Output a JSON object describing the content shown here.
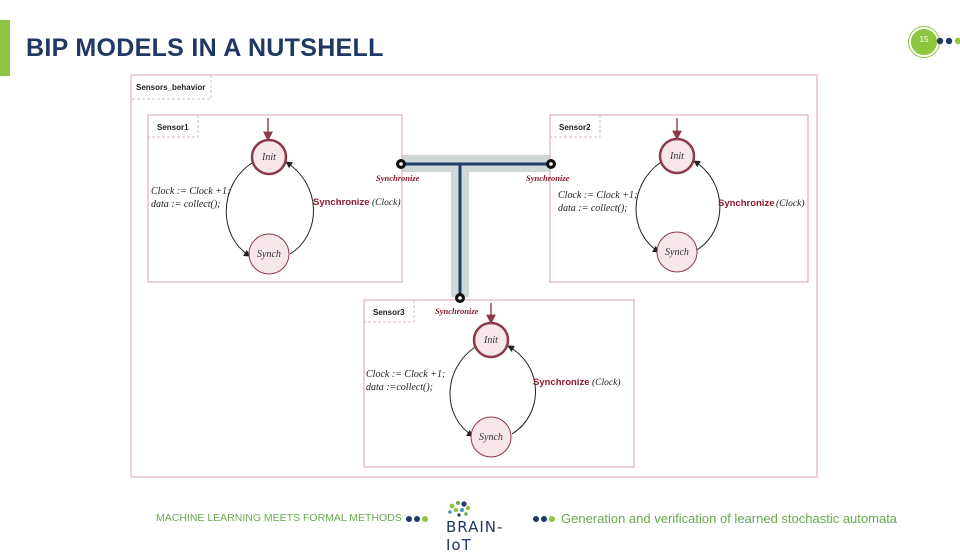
{
  "slide": {
    "title": "BIP MODELS IN A NUTSHELL",
    "page_number": "15"
  },
  "diagram": {
    "outer_label": "Sensors_behavior",
    "sensors": [
      {
        "name": "Sensor1",
        "init_state": "Init",
        "synch_state": "Synch",
        "action_line1": "Clock := Clock +1;",
        "action_line2": "data := collect();",
        "transition_label": "Synchronize",
        "transition_param": "(Clock)",
        "port": "Synchronize"
      },
      {
        "name": "Sensor2",
        "init_state": "Init",
        "synch_state": "Synch",
        "action_line1": "Clock := Clock +1;",
        "action_line2": "data := collect();",
        "transition_label": "Synchronize",
        "transition_param": "(Clock)",
        "port": "Synchronize"
      },
      {
        "name": "Sensor3",
        "init_state": "Init",
        "synch_state": "Synch",
        "action_line1": "Clock := Clock +1;",
        "action_line2": "data :=collect();",
        "transition_label": "Synchronize",
        "transition_param": "(Clock)",
        "port": "Synchronize"
      }
    ]
  },
  "footer": {
    "left_text": "MACHINE LEARNING MEETS FORMAL METHODS",
    "logo_text": "BRAIN-IoT",
    "right_text": "Generation and verification  of learned stochastic automata"
  },
  "colors": {
    "title": "#1f3864",
    "accent_green": "#8dc63f",
    "footer_green": "#6aa84f",
    "state_stroke": "#8b3a4a",
    "state_fill": "#f7e6ea",
    "box_border": "#d6a4a8",
    "connector": "#1f3f66",
    "connector_shadow": "#cfd8d6"
  }
}
